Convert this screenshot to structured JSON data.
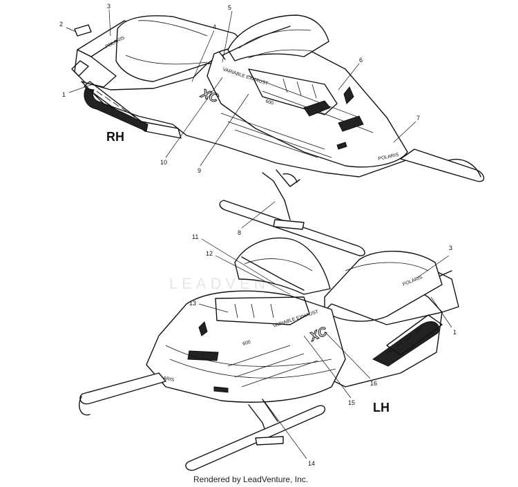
{
  "labels": {
    "rh": "RH",
    "lh": "LH"
  },
  "footer": "Rendered by LeadVenture, Inc.",
  "watermark": "LEADVENTURE",
  "decals": {
    "variable_exhaust": "VARIABLE EXHAUST",
    "polaris": "POLARIS",
    "model": "XC",
    "displacement": "600"
  },
  "callouts": {
    "c1": "1",
    "c2": "2",
    "c3": "3",
    "c4": "4",
    "c5": "5",
    "c6": "6",
    "c7": "7",
    "c8": "8",
    "c9": "9",
    "c10": "10",
    "c11": "11",
    "c12": "12",
    "c13": "13",
    "c14": "14",
    "c15": "15",
    "c16": "16",
    "c1b": "1",
    "c3b": "3"
  },
  "colors": {
    "ink": "#111111",
    "background": "#ffffff"
  }
}
